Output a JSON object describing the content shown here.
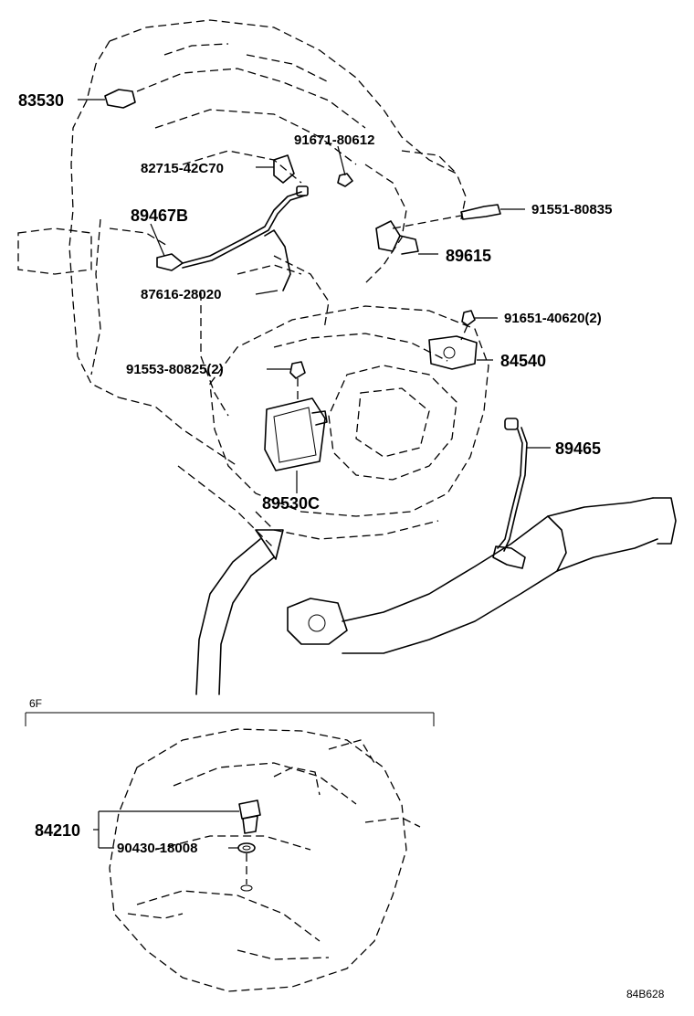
{
  "labels": {
    "p83530": "83530",
    "p91671": "91671-80612",
    "p82715": "82715-42C70",
    "p91551": "91551-80835",
    "p89467b": "89467B",
    "p89615": "89615",
    "p87616": "87616-28020",
    "p91651": "91651-40620(2)",
    "p84540": "84540",
    "p91553": "91553-80825(2)",
    "p89465": "89465",
    "p89530c": "89530C",
    "p6f": "6F",
    "p84210": "84210",
    "p90430": "90430-18008",
    "code": "84B628"
  }
}
